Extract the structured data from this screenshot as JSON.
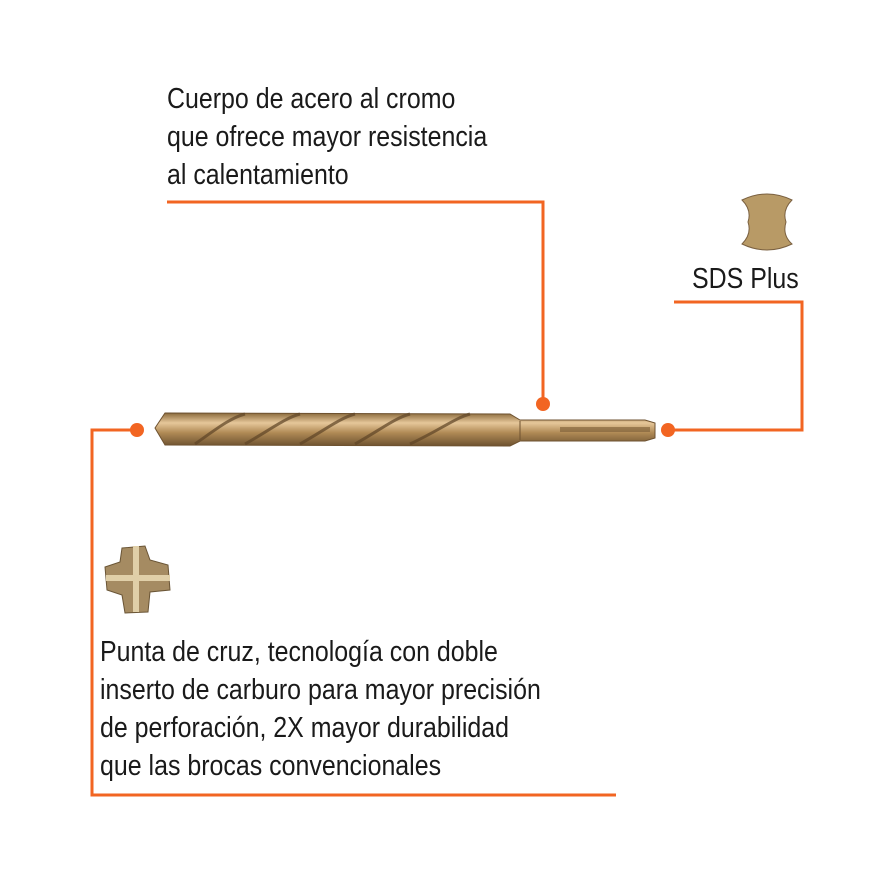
{
  "accent_color": "#f26522",
  "callouts": {
    "body": {
      "lines": [
        "Cuerpo de acero al cromo",
        "que ofrece mayor resistencia",
        "al calentamiento"
      ]
    },
    "shank": {
      "label": "SDS Plus",
      "icon": "sds-plus-shank-cross-section-icon"
    },
    "tip": {
      "lines": [
        "Punta de cruz, tecnología con doble",
        "inserto de carburo para mayor precisión",
        "de perforación, 2X mayor durabilidad",
        "que las brocas convencionales"
      ],
      "icon": "cross-tip-icon"
    }
  },
  "product_image": "sds-plus-drill-bit"
}
